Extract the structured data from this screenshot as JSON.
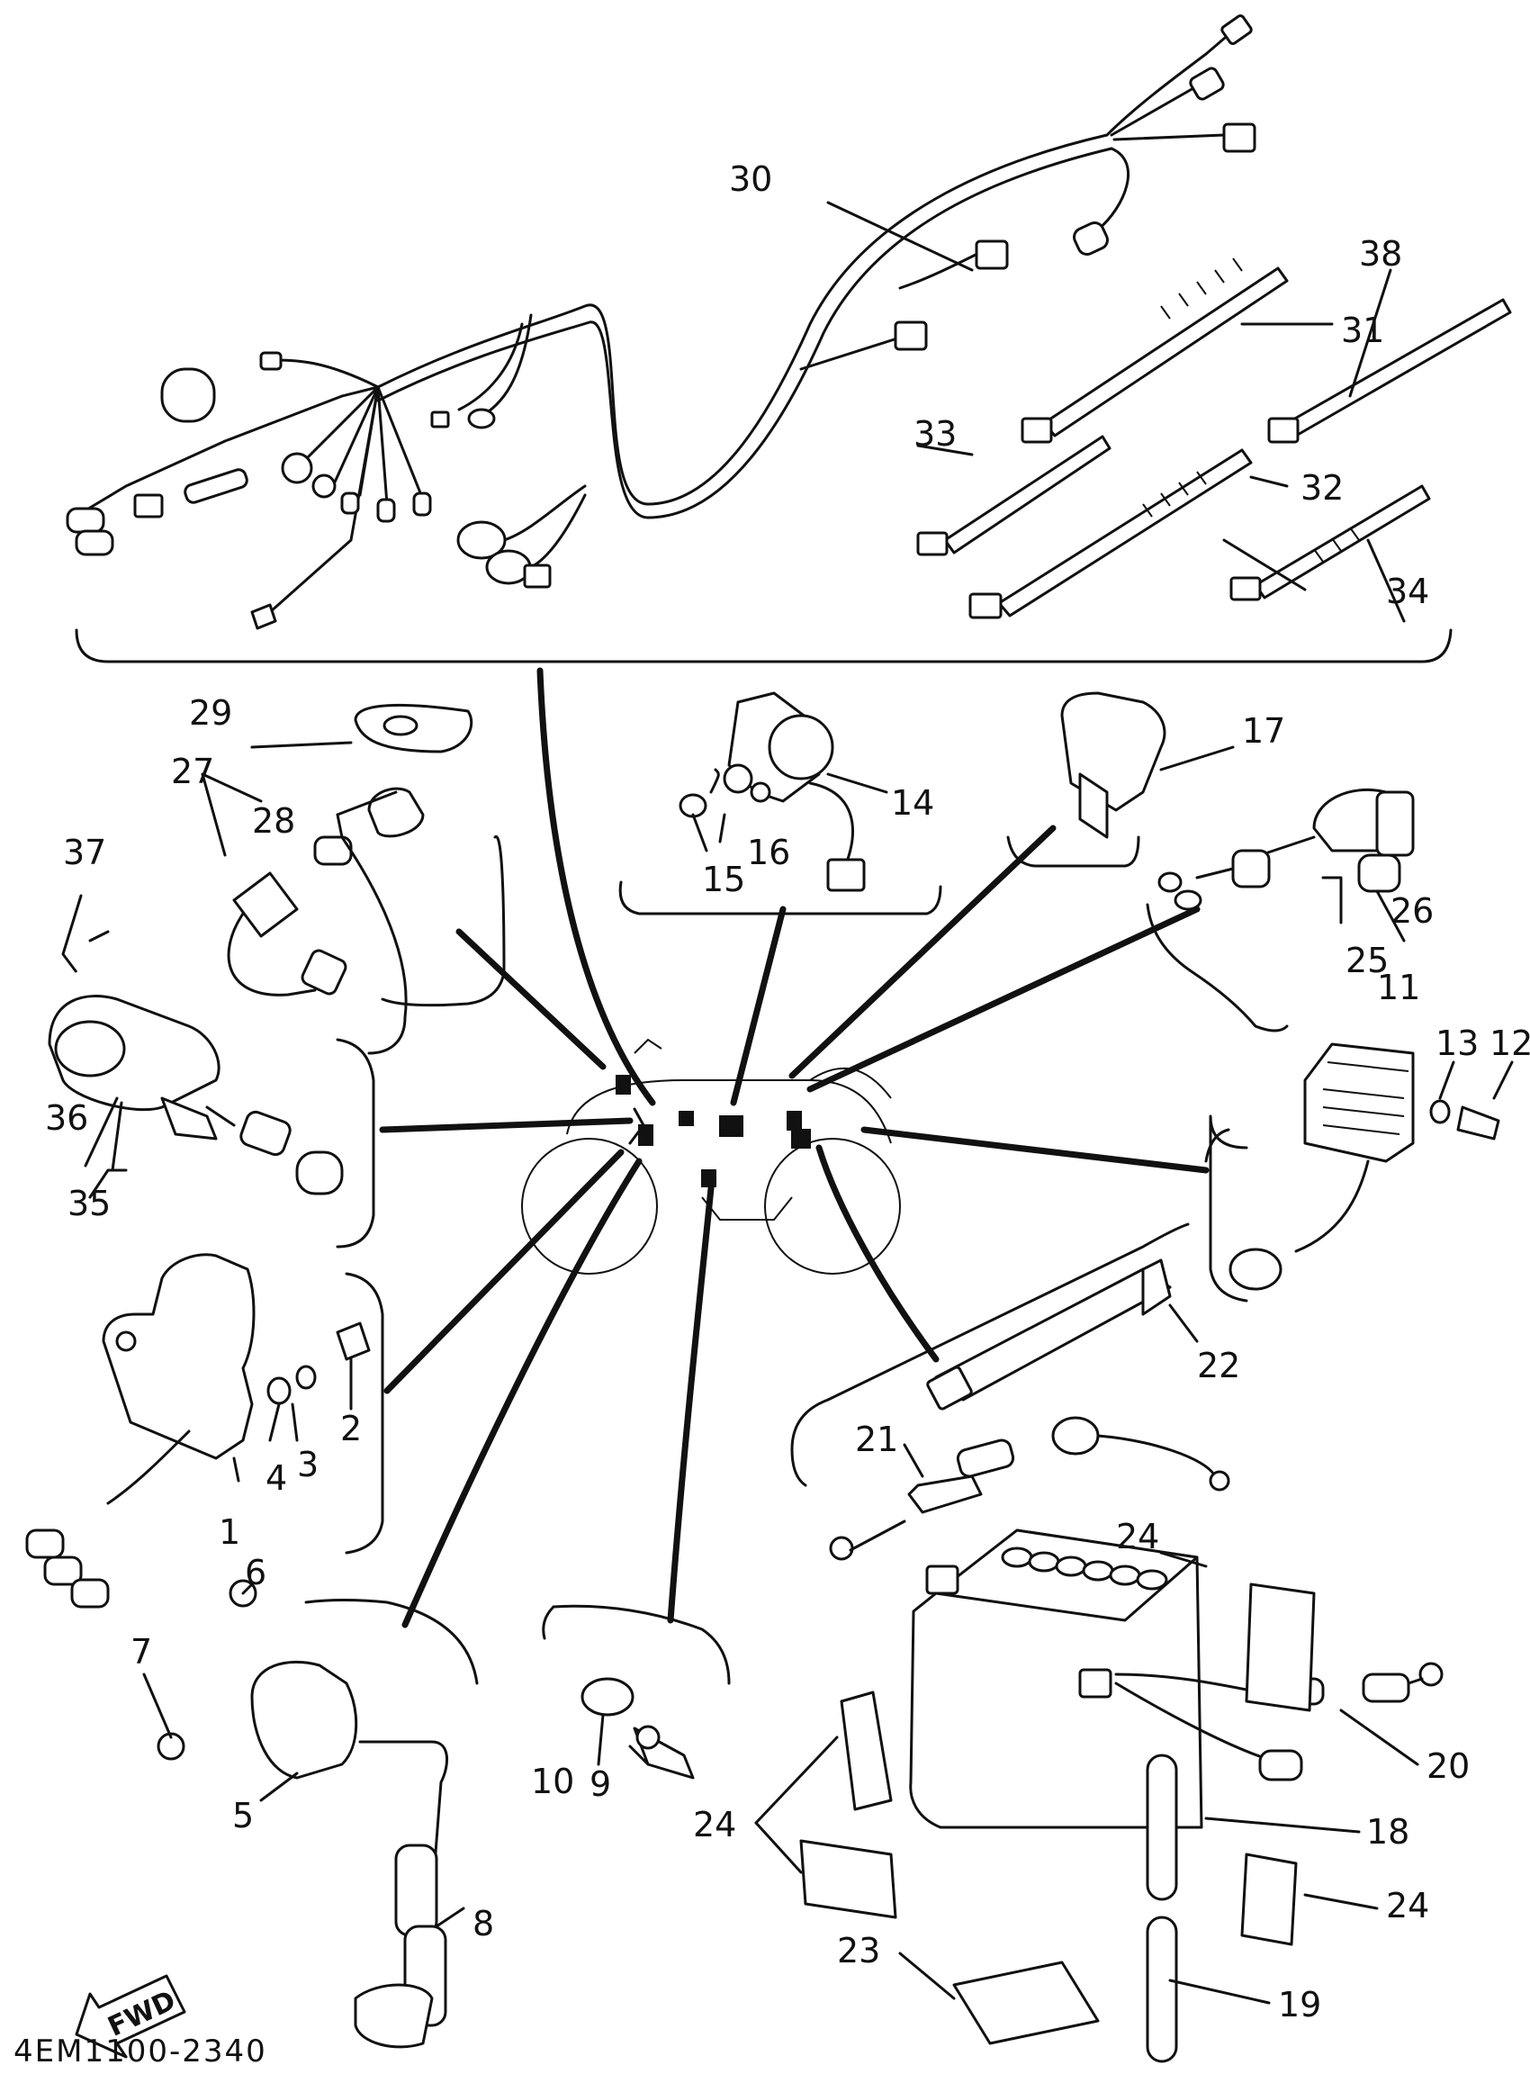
{
  "diagram_code": "4EM1100-2340",
  "direction_label": "FWD",
  "callouts": [
    {
      "num": "1"
    },
    {
      "num": "2"
    },
    {
      "num": "3"
    },
    {
      "num": "4"
    },
    {
      "num": "5"
    },
    {
      "num": "6"
    },
    {
      "num": "7"
    },
    {
      "num": "8"
    },
    {
      "num": "9"
    },
    {
      "num": "10"
    },
    {
      "num": "11"
    },
    {
      "num": "12"
    },
    {
      "num": "13"
    },
    {
      "num": "14"
    },
    {
      "num": "15"
    },
    {
      "num": "16"
    },
    {
      "num": "17"
    },
    {
      "num": "18"
    },
    {
      "num": "19"
    },
    {
      "num": "20"
    },
    {
      "num": "21"
    },
    {
      "num": "22"
    },
    {
      "num": "23"
    },
    {
      "num": "24"
    },
    {
      "num": "24"
    },
    {
      "num": "24"
    },
    {
      "num": "24"
    },
    {
      "num": "25"
    },
    {
      "num": "26"
    },
    {
      "num": "27"
    },
    {
      "num": "28"
    },
    {
      "num": "29"
    },
    {
      "num": "30"
    },
    {
      "num": "31"
    },
    {
      "num": "32"
    },
    {
      "num": "33"
    },
    {
      "num": "34"
    },
    {
      "num": "35"
    },
    {
      "num": "36"
    },
    {
      "num": "37"
    },
    {
      "num": "38"
    }
  ]
}
